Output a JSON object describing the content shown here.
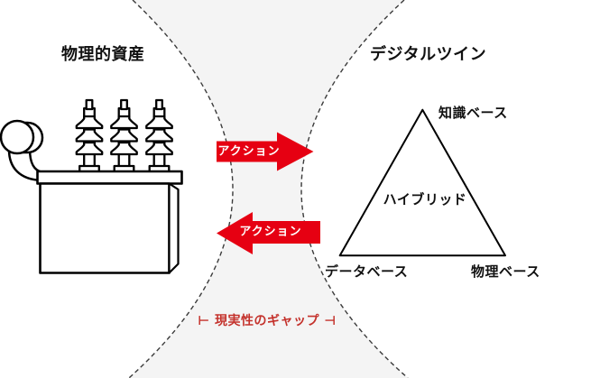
{
  "diagram": {
    "left_section": {
      "title": "物理的資産",
      "illustration": "transformer-line-drawing"
    },
    "right_section": {
      "title": "デジタルツイン",
      "triangle": {
        "top_label": "知識ベース",
        "center_label": "ハイブリッド",
        "bottom_left_label": "データベース",
        "bottom_right_label": "物理ベース"
      }
    },
    "arrows": {
      "to_digital_label": "アクション",
      "to_physical_label": "アクション"
    },
    "gap": {
      "label": "⊢ 現実性のギャップ ⊣"
    }
  },
  "colors": {
    "arrow_red": "#e60012",
    "gap_text_red": "#c4322c",
    "gap_region_gray": "#f4f4f4",
    "dashed_line": "#3b3b3b",
    "line_black": "#000000",
    "background": "#ffffff"
  }
}
